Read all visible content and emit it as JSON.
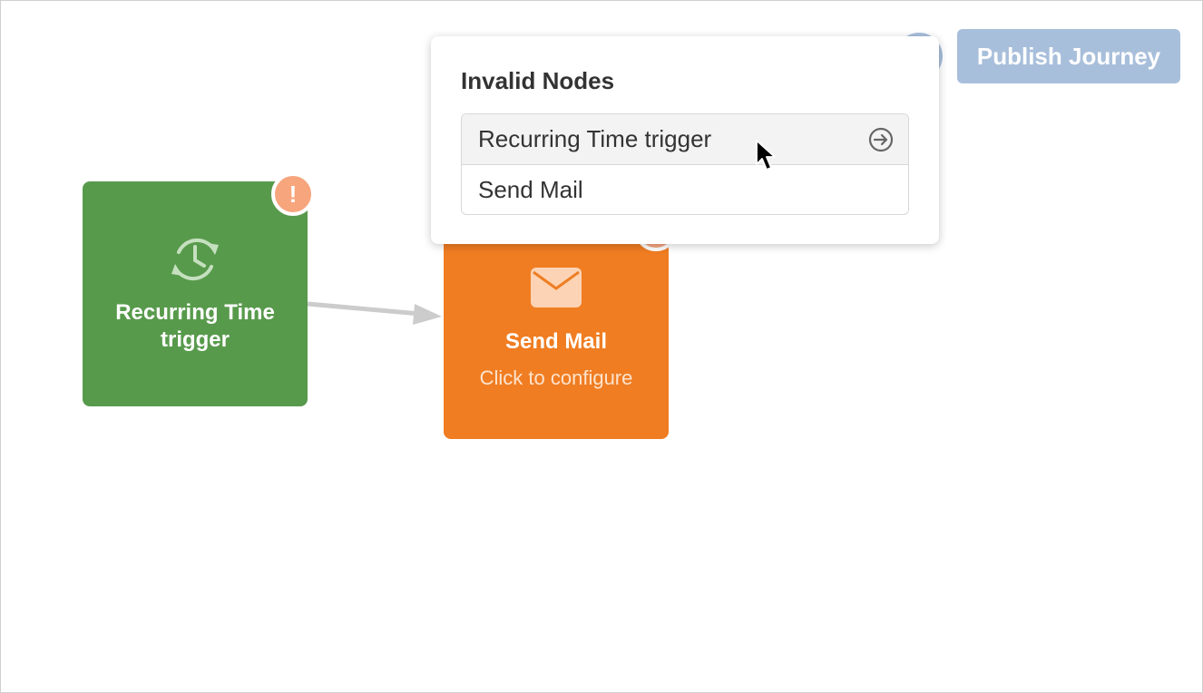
{
  "toolbar": {
    "publish_label": "Publish Journey"
  },
  "nodes": {
    "trigger": {
      "title": "Recurring Time trigger",
      "icon": "recurring-clock-icon",
      "color": "#589a4c"
    },
    "mail": {
      "title": "Send Mail",
      "subtitle": "Click to configure",
      "icon": "envelope-icon",
      "color": "#f07d22"
    },
    "warning_badge": {
      "symbol": "!",
      "color": "#f7a57d"
    }
  },
  "popover": {
    "title": "Invalid Nodes",
    "items": [
      {
        "label": "Recurring Time trigger"
      },
      {
        "label": "Send Mail"
      }
    ]
  },
  "colors": {
    "publish_button": "#a8bfdb",
    "edge": "#cccccc"
  }
}
